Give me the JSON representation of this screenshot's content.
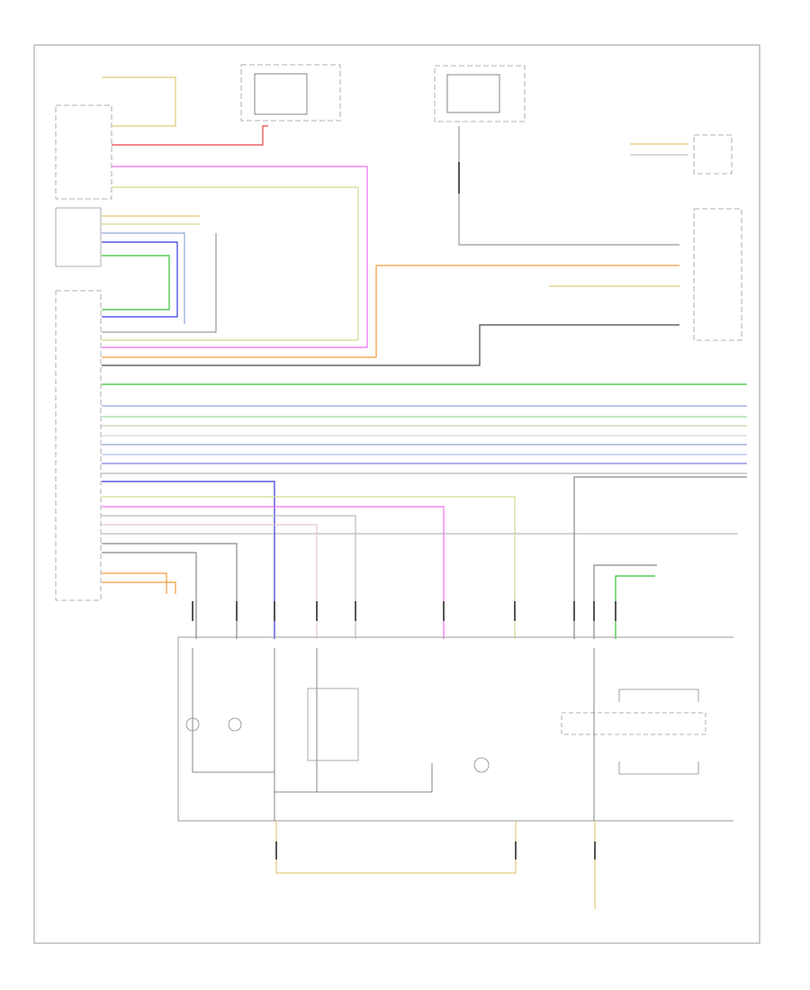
{
  "diagram": {
    "footer_code": "",
    "labels": [],
    "wires": [
      {
        "id": "gn-main",
        "color": "#36c236"
      },
      {
        "id": "bu-main",
        "color": "#3838e0"
      },
      {
        "id": "gy-main",
        "color": "#cfd0a8"
      },
      {
        "id": "lgn",
        "color": "#9dd99d"
      },
      {
        "id": "gn-bu",
        "color": "#8fa8d8"
      },
      {
        "id": "gy",
        "color": "#b9b9b9"
      },
      {
        "id": "bu-gy",
        "color": "#7e7ed8"
      },
      {
        "id": "gn-lt",
        "color": "#6bd06b"
      },
      {
        "id": "ye-gn",
        "color": "#d7d98f"
      },
      {
        "id": "pk",
        "color": "#f06ff0"
      },
      {
        "id": "og",
        "color": "#f59b3c"
      },
      {
        "id": "rd",
        "color": "#e8404a"
      },
      {
        "id": "ye",
        "color": "#e2c978"
      },
      {
        "id": "bk",
        "color": "#444444"
      },
      {
        "id": "br",
        "color": "#a8a070"
      }
    ]
  }
}
